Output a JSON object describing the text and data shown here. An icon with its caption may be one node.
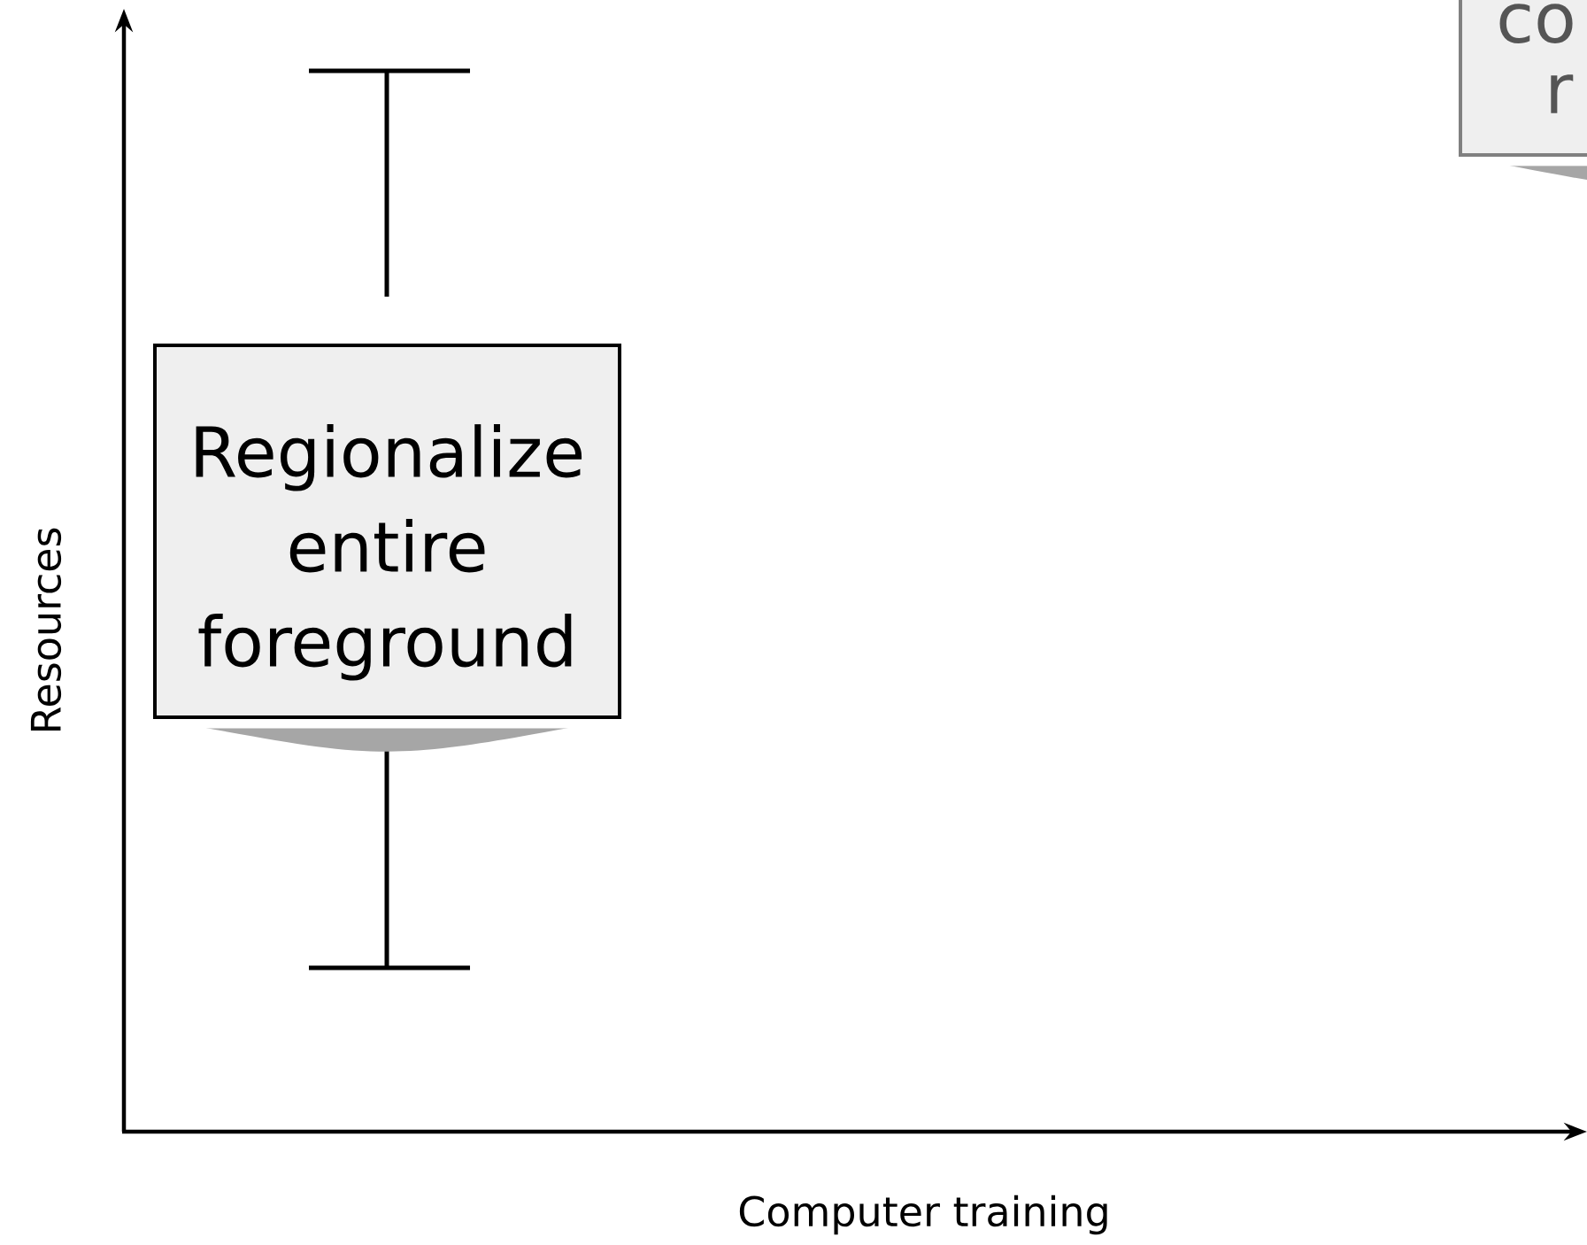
{
  "diagram": {
    "nodes": [
      {
        "text": [
          "Regionalize entire foreground"
        ]
      },
      {
        "text": [
          "co",
          "r"
        ]
      }
    ],
    "labels": [
      "Resources",
      "Computer training"
    ]
  }
}
